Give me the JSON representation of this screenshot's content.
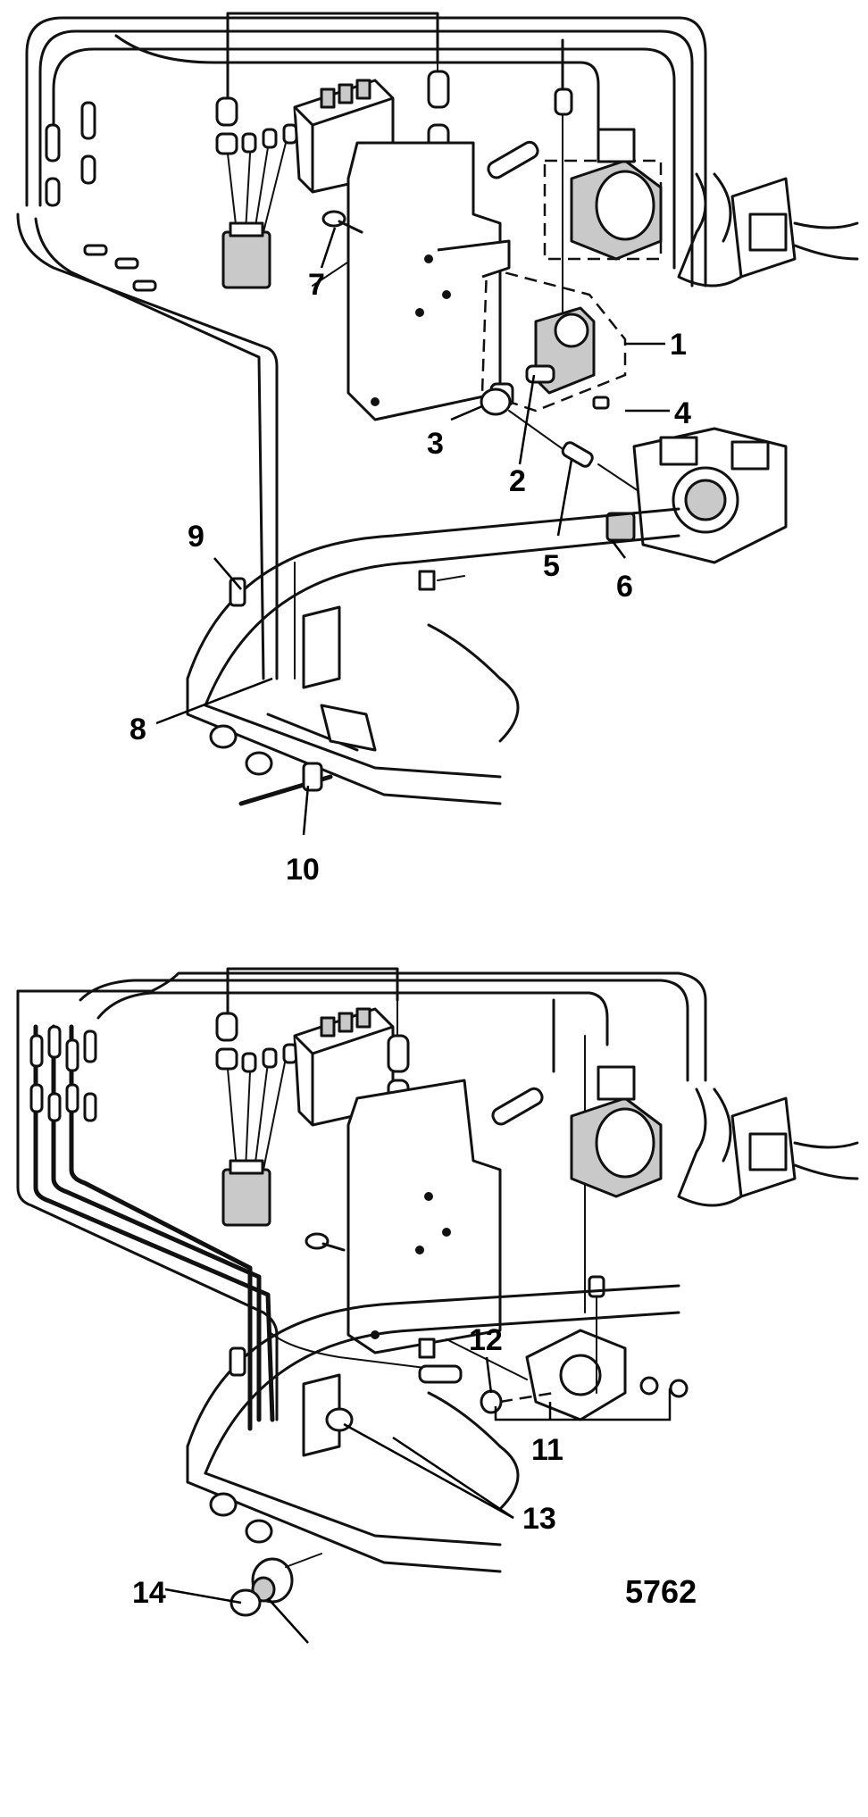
{
  "figure_number": "5762",
  "callouts_top": [
    "1",
    "2",
    "3",
    "4",
    "5",
    "6",
    "7",
    "8",
    "9",
    "10"
  ],
  "callouts_bottom": [
    "11",
    "12",
    "13",
    "14"
  ]
}
